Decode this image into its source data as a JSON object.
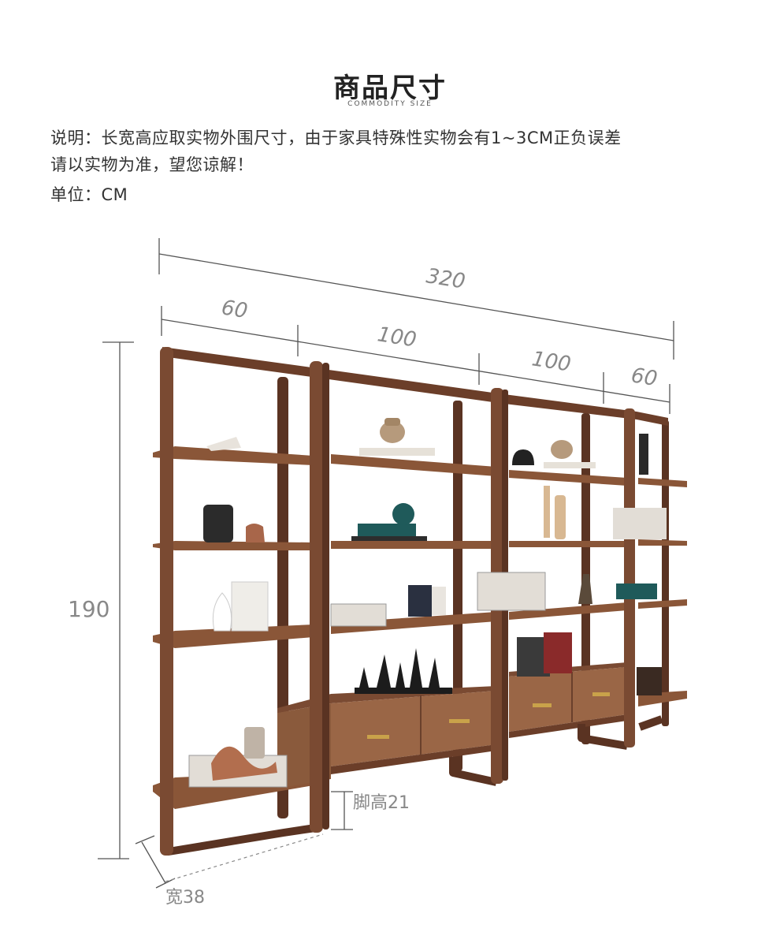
{
  "header": {
    "title": "商品尺寸",
    "subtitle": "COMMODITY SIZE"
  },
  "notes": {
    "line1": "说明：长宽高应取实物外围尺寸，由于家具特殊性实物会有1~3CM正负误差",
    "line2": "请以实物为准，望您谅解！",
    "unit": "单位：CM"
  },
  "dimensions": {
    "total_length": "320",
    "seg1": "60",
    "seg2": "100",
    "seg3": "100",
    "seg4": "60",
    "height": "190",
    "foot_height": "脚高21",
    "depth": "宽38"
  },
  "colors": {
    "wood": "#7a4a32",
    "wood_dark": "#5a3322",
    "shelf": "#8a5638",
    "dim_line": "#555555"
  }
}
